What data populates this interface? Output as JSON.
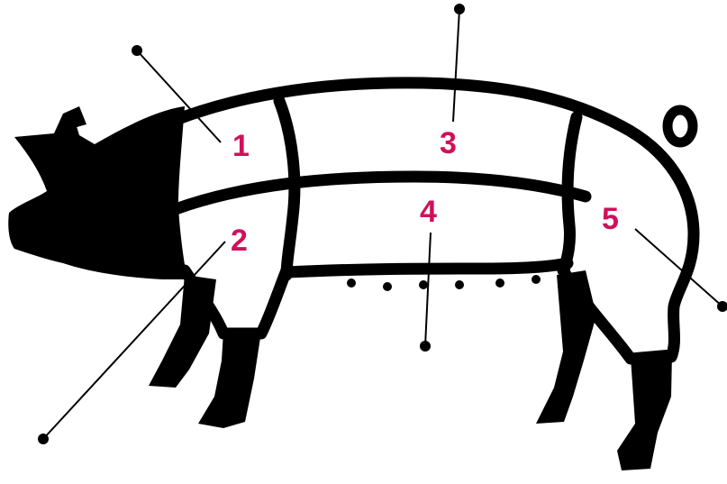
{
  "diagram": {
    "colors": {
      "silhouette": "#000000",
      "background": "#ffffff",
      "label": "#d0105a"
    },
    "labels": [
      "1",
      "2",
      "3",
      "4",
      "5"
    ]
  }
}
